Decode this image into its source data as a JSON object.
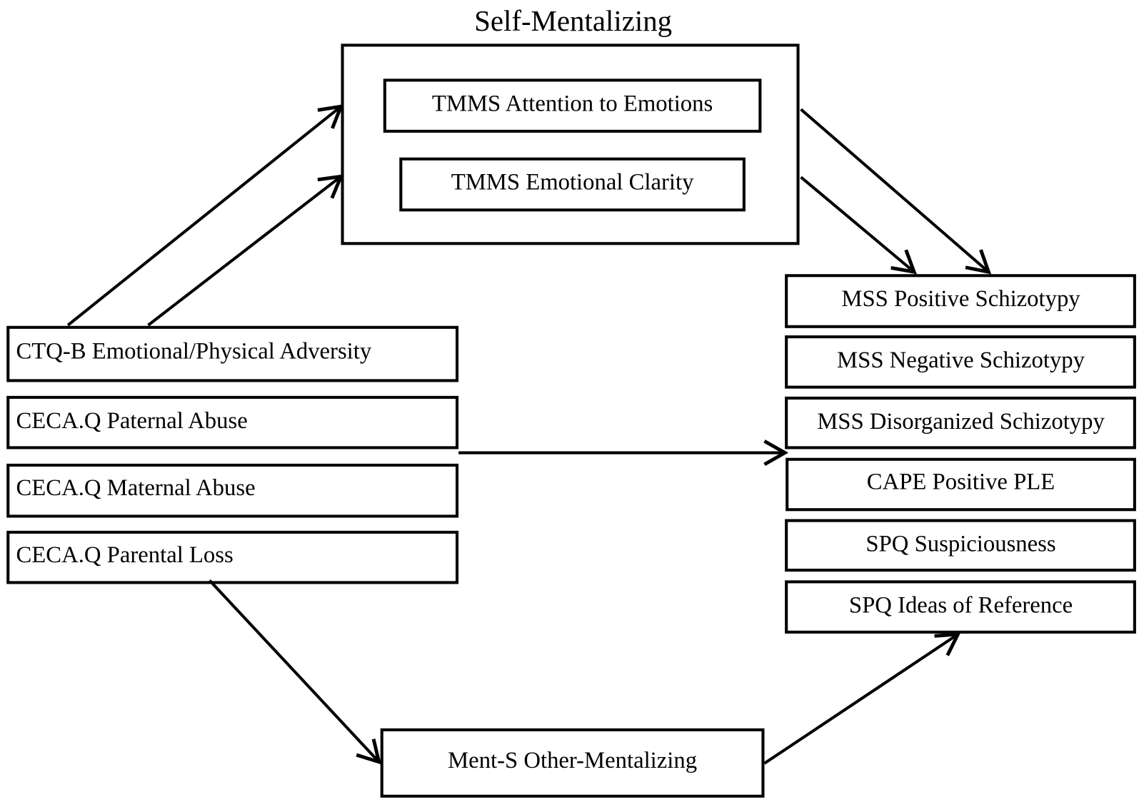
{
  "title": "Self-Mentalizing",
  "self_mentalizing": [
    "TMMS Attention to Emotions",
    "TMMS Emotional Clarity"
  ],
  "predictors": [
    "CTQ-B Emotional/Physical Adversity",
    "CECA.Q Paternal Abuse",
    "CECA.Q Maternal Abuse",
    "CECA.Q Parental Loss"
  ],
  "outcomes": [
    "MSS Positive Schizotypy",
    "MSS Negative Schizotypy",
    "MSS Disorganized Schizotypy",
    "CAPE Positive PLE",
    "SPQ Suspiciousness",
    "SPQ Ideas of Reference"
  ],
  "other_mentalizing": "Ment-S Other-Mentalizing"
}
